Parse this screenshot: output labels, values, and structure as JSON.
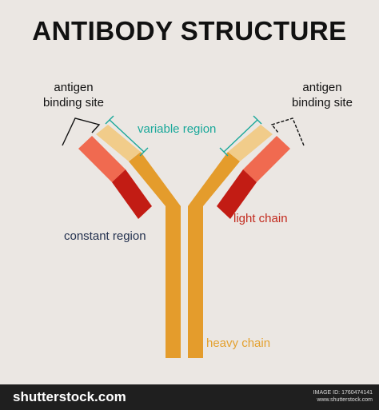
{
  "title": "ANTIBODY STRUCTURE",
  "labels": {
    "antigen_left_1": "antigen",
    "antigen_left_2": "binding site",
    "antigen_right_1": "antigen",
    "antigen_right_2": "binding site",
    "variable_region": "variable region",
    "constant_region": "constant region",
    "light_chain": "light chain",
    "heavy_chain": "heavy chain"
  },
  "colors": {
    "background": "#ebe7e3",
    "heavy_chain": "#e49c2c",
    "variable_heavy": "#f1cc8a",
    "light_variable": "#f06a50",
    "light_constant": "#c21c14",
    "variable_label": "#1aa89a",
    "constant_label": "#23314f",
    "light_label": "#c22a1e",
    "heavy_label": "#e4a12f"
  },
  "footer": {
    "logo": "shutterstock.com",
    "image_id_label": "IMAGE ID: 1760474141",
    "site": "www.shutterstock.com"
  }
}
